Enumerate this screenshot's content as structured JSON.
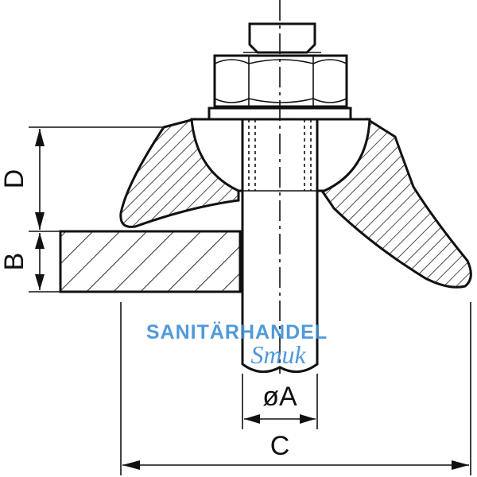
{
  "dimensions": {
    "D": "D",
    "B": "B",
    "A": "øA",
    "C": "C"
  },
  "watermark": {
    "line1": "SANITÄRHANDEL",
    "line2": "Smuk",
    "color": "#3f8fd6"
  },
  "colors": {
    "line": "#111111",
    "background": "#ffffff"
  }
}
